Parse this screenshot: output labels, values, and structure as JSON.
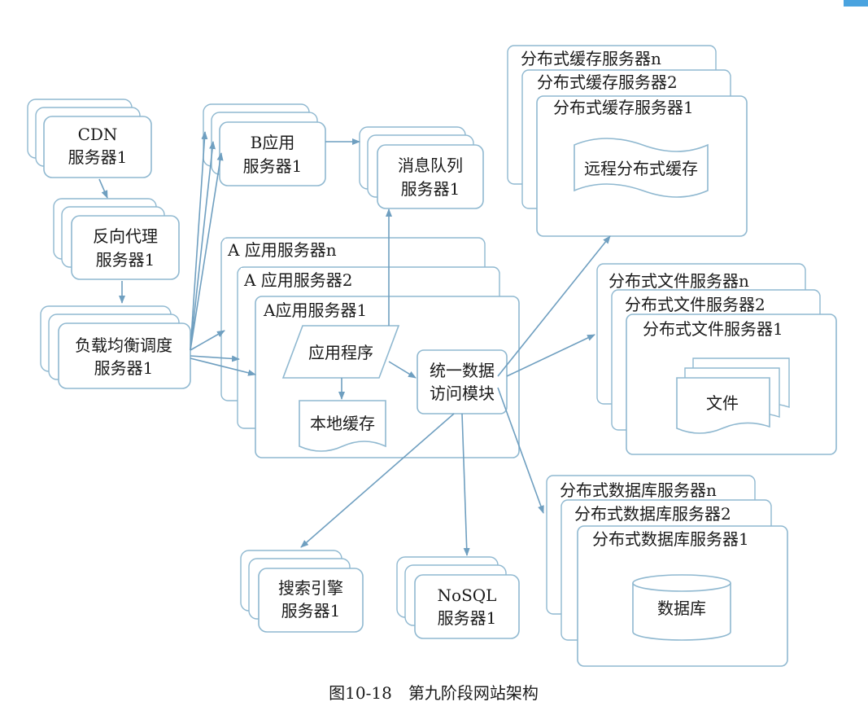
{
  "cdn": {
    "line1": "CDN",
    "line2": "服务器1"
  },
  "reverse_proxy": {
    "line1": "反向代理",
    "line2": "服务器1"
  },
  "load_balancer": {
    "line1": "负载均衡调度",
    "line2": "服务器1"
  },
  "b_app": {
    "line1": "B应用",
    "line2": "服务器1"
  },
  "message_queue": {
    "line1": "消息队列",
    "line2": "服务器1"
  },
  "a_app": {
    "n": "A 应用服务器n",
    "two": "A 应用服务器2",
    "one": "A应用服务器1"
  },
  "app_program": "应用程序",
  "local_cache": "本地缓存",
  "data_access": {
    "line1": "统一数据",
    "line2": "访问模块"
  },
  "search": {
    "line1": "搜索引擎",
    "line2": "服务器1"
  },
  "nosql": {
    "line1": "NoSQL",
    "line2": "服务器1"
  },
  "cache_servers": {
    "n": "分布式缓存服务器n",
    "two": "分布式缓存服务器2",
    "one": "分布式缓存服务器1",
    "content": "远程分布式缓存"
  },
  "file_servers": {
    "n": "分布式文件服务器n",
    "two": "分布式文件服务器2",
    "one": "分布式文件服务器1",
    "content": "文件"
  },
  "db_servers": {
    "n": "分布式数据库服务器n",
    "two": "分布式数据库服务器2",
    "one": "分布式数据库服务器1",
    "content": "数据库"
  },
  "caption": "图10-18　第九阶段网站架构",
  "colors": {
    "stroke": "#8fb8d0",
    "arrow": "#6f9fc0",
    "accent": "#4aa3df"
  }
}
